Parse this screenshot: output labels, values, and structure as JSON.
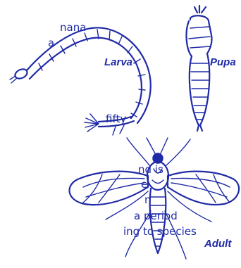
{
  "text_fragments": [
    "nana",
    "a",
    "fifty",
    "nd is",
    "e",
    "n",
    "a period",
    "ing to species"
  ],
  "labels": {
    "larva": "Larva",
    "pupa": "Pupa",
    "adult": "Adult"
  },
  "colors": {
    "ink": "#1f2aa6",
    "background": "#ffffff"
  }
}
